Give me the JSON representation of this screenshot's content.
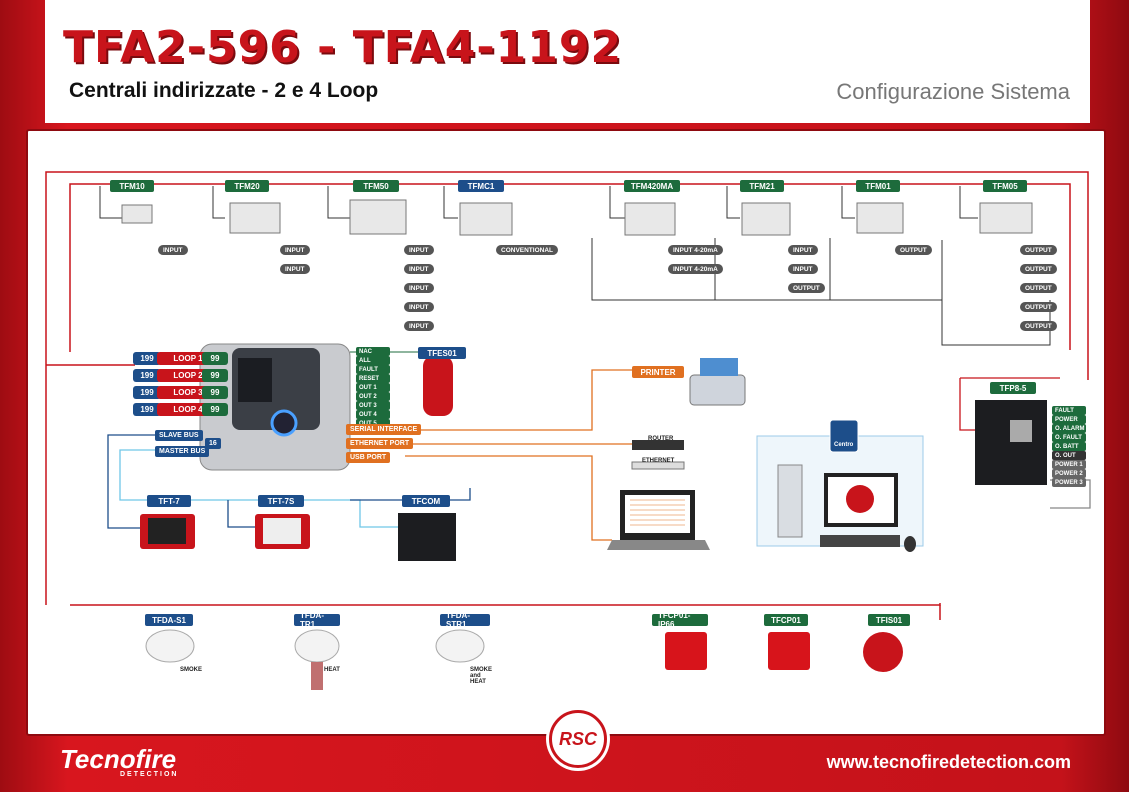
{
  "header": {
    "title": "TFA2-596 - TFA4-1192",
    "subtitle": "Centrali indirizzate - 2 e 4 Loop",
    "section": "Configurazione Sistema"
  },
  "modules": [
    {
      "tag": "TFM10"
    },
    {
      "tag": "TFM20"
    },
    {
      "tag": "TFM50"
    },
    {
      "tag": "TFMC1"
    },
    {
      "tag": "TFM420MA"
    },
    {
      "tag": "TFM21"
    },
    {
      "tag": "TFM01"
    },
    {
      "tag": "TFM05"
    }
  ],
  "module_io": {
    "input": "INPUT",
    "output": "OUTPUT",
    "conventional": "CONVENTIONAL",
    "input_ma": "INPUT 4-20mA"
  },
  "loops": [
    {
      "left": "199",
      "label": "LOOP 1",
      "right": "99"
    },
    {
      "left": "199",
      "label": "LOOP 2",
      "right": "99"
    },
    {
      "left": "199",
      "label": "LOOP 3",
      "right": "99"
    },
    {
      "left": "199",
      "label": "LOOP 4",
      "right": "99"
    }
  ],
  "panel_outputs": [
    "NAC",
    "ALL",
    "FAULT",
    "RESET",
    "OUT 1",
    "OUT 2",
    "OUT 3",
    "OUT 4",
    "OUT 5"
  ],
  "ports": {
    "serial": "SERIAL INTERFACE",
    "ethernet": "ETHERNET PORT",
    "usb": "USB PORT",
    "slave_bus": "SLAVE BUS",
    "master_bus": "MASTER BUS",
    "master_count": "16"
  },
  "devices": {
    "tfes01": "TFES01",
    "prn": "PRINTER",
    "router": "ROUTER",
    "ethernet": "ETHERNET",
    "tfp": "TFP8-5",
    "tft7": "TFT-7",
    "tft7s": "TFT-7S",
    "tfcom": "TFCOM",
    "centro": "Centro"
  },
  "tfp_outputs": [
    "FAULT",
    "POWER",
    "O. ALARM",
    "O. FAULT",
    "O. BATT",
    "O. OUT",
    "POWER 1",
    "POWER 2",
    "POWER 3"
  ],
  "detectors": [
    {
      "tag": "TFDA-S1",
      "type": "SMOKE"
    },
    {
      "tag": "TFDA-TR1",
      "type": "HEAT"
    },
    {
      "tag": "TFDA-STR1",
      "type": "SMOKE and HEAT"
    },
    {
      "tag": "TFCP01-IP66",
      "type": ""
    },
    {
      "tag": "TFCP01",
      "type": ""
    },
    {
      "tag": "TFIS01",
      "type": ""
    }
  ],
  "footer": {
    "brand": "Tecnofire",
    "brand_sub": "DETECTION",
    "url": "www.tecnofiredetection.com",
    "rsc": "RSC"
  },
  "colors": {
    "brand_red": "#c8141b",
    "tag_green": "#1d6b3c",
    "tag_blue": "#1d4e8a",
    "port_orange": "#e07020"
  }
}
